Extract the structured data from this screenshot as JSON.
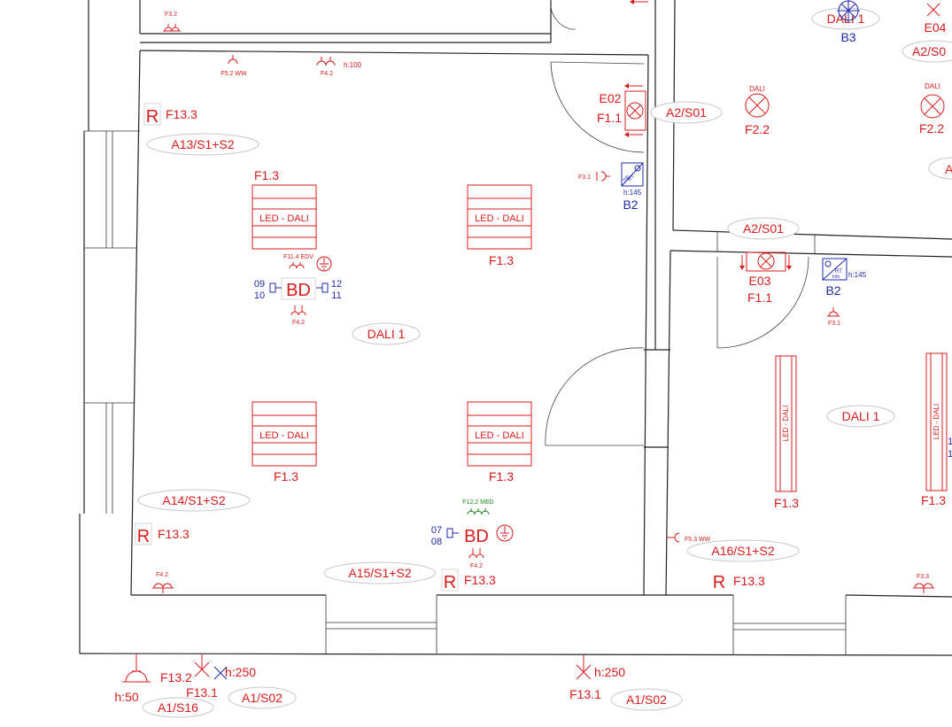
{
  "colors": {
    "circuit": "#d81c1c",
    "data": "#1f2aa8",
    "medical": "#1a8a1a",
    "wall": "#222222"
  },
  "room_labels": {
    "a13": "A13/S1+S2",
    "a14": "A14/S1+S2",
    "a15": "A15/S1+S2",
    "a16": "A16/S1+S2",
    "a2_top": "A2/S01",
    "a2_door": "A2/S01",
    "a2_corner": "A2/S0",
    "a1_left": "A1/S02",
    "a1_mid": "A1/S02",
    "a1_s16": "A1/S16",
    "dali_left": "DALI 1",
    "dali_right": "DALI 1",
    "dali_top": "DALI 1"
  },
  "fixtures": {
    "led_label": "LED - DALI",
    "led_circuit": "F1.3",
    "dali_tag": "DALI",
    "dali_circuit": "F2.2",
    "exit_e02": "E02",
    "exit_e03": "E03",
    "exit_e04": "E04",
    "exit_circuit": "F1.1",
    "b3": "B3",
    "a_partial": "A"
  },
  "outlets": {
    "r_label": "R",
    "r_circuit": "F13.3",
    "bd_label": "BD",
    "bd_top_circuit": "F11.4 EDV",
    "bd_bottom_circuit": "F12.2 MED",
    "f42": "F4.2",
    "f32": "F3.2",
    "f52": "F5.2 WW",
    "f53": "F5.3 WW",
    "f31": "F3.1",
    "f33": "F3.3",
    "h100": "h:100",
    "h145": "h:145",
    "b2": "B2",
    "data_09": "09",
    "data_10": "10",
    "data_11": "11",
    "data_12": "12",
    "data_07": "07",
    "data_08": "08",
    "data_partial_1": "1",
    "data_partial_2": "1"
  },
  "switch_labels": {
    "rt": "RT",
    "info": "Info",
    "f132": "F13.2",
    "f131": "F13.1",
    "h250": "h:250",
    "h50": "h:50"
  }
}
